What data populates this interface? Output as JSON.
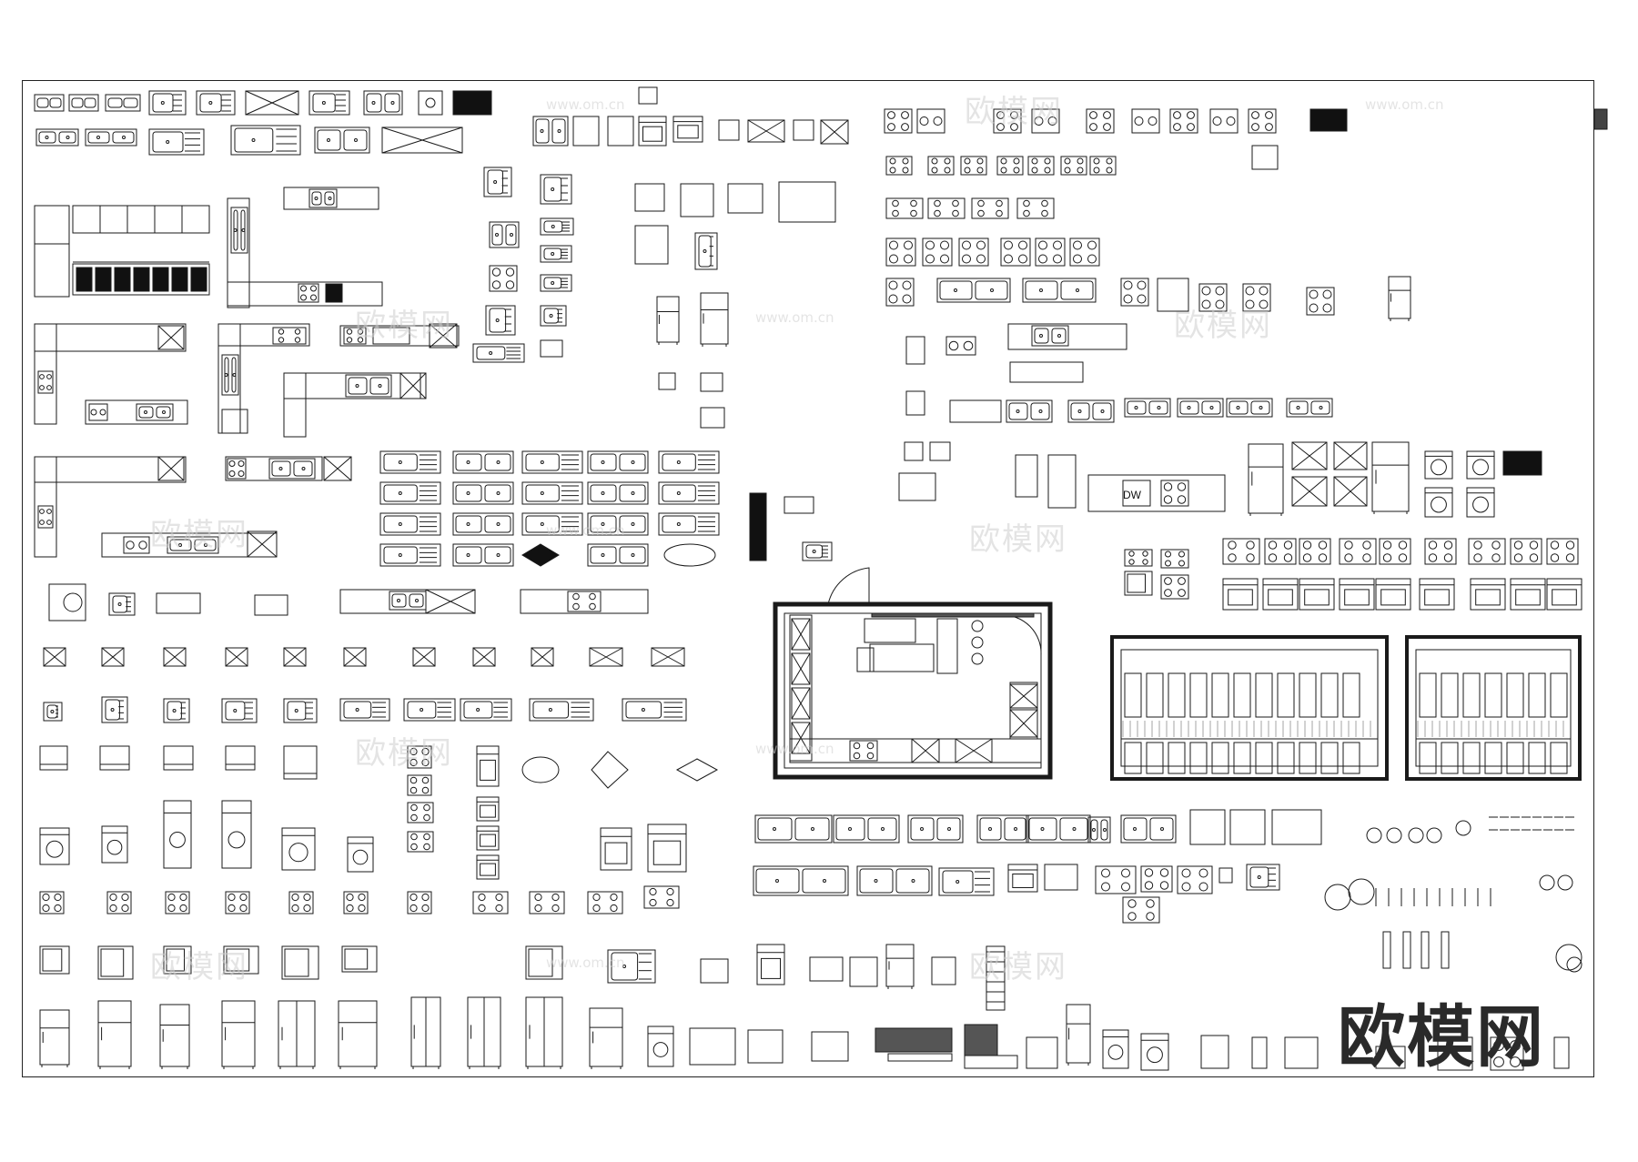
{
  "watermark": {
    "cn": "欧模网",
    "url": "www.om.cn"
  },
  "brand_logo": "欧模网",
  "appliance_labels": {
    "dishwasher": "DW"
  }
}
